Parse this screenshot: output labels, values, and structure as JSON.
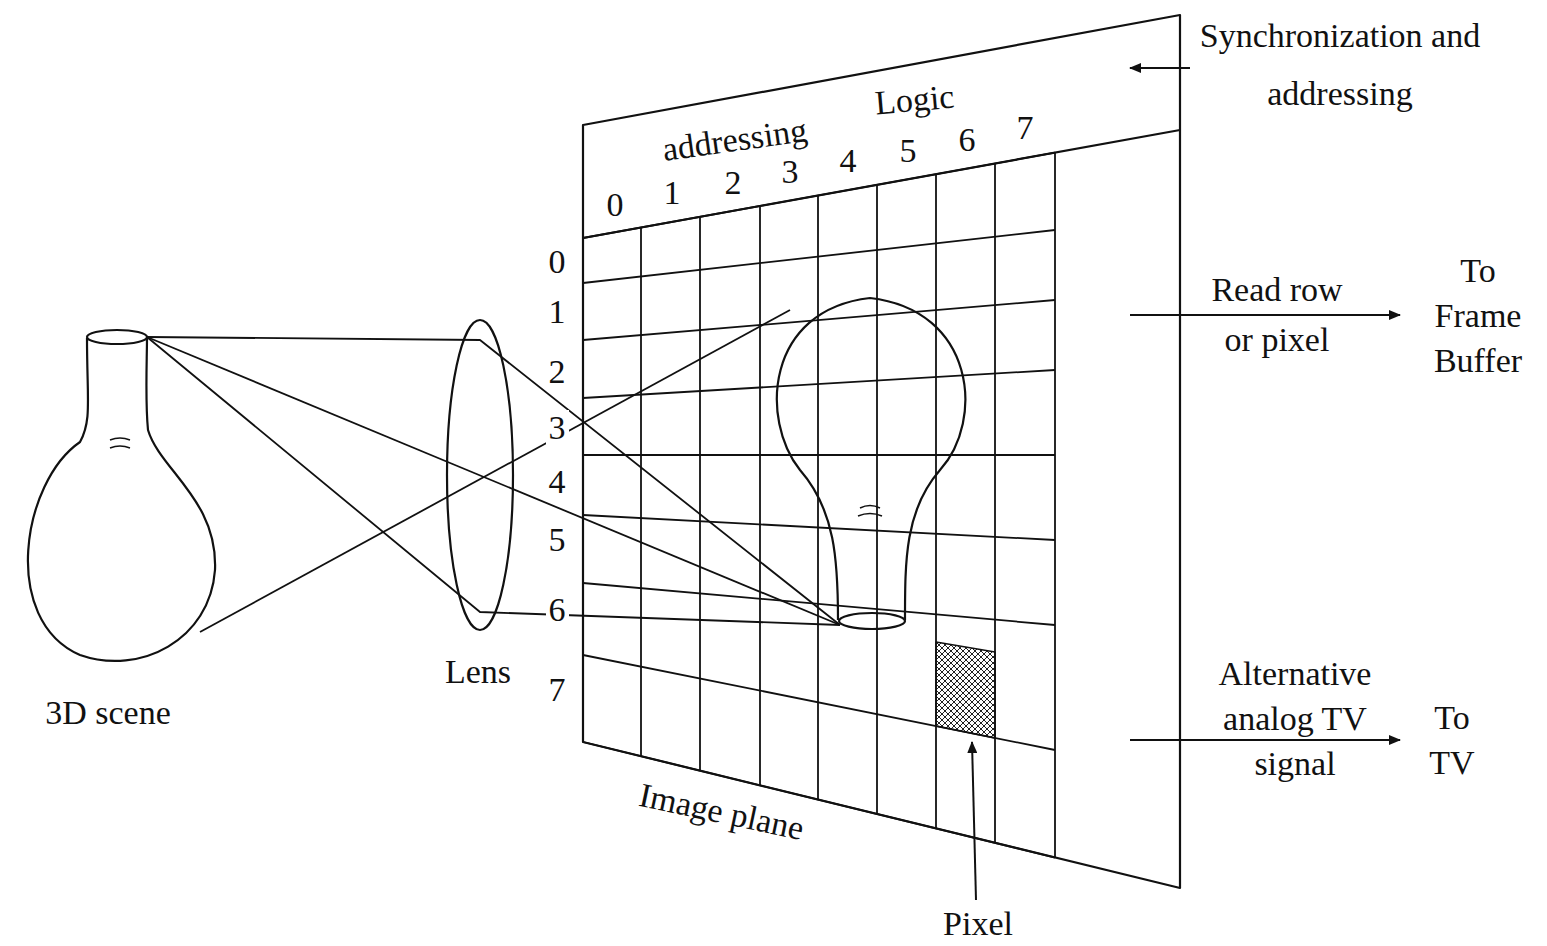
{
  "diagram": {
    "labels": [
      "Synchronization and addressing",
      "Logic",
      "addressing",
      "0",
      "1",
      "2",
      "3",
      "4",
      "5",
      "6",
      "7",
      "0",
      "1",
      "2",
      "3",
      "4",
      "5",
      "6",
      "7",
      "Read row or pixel",
      "To Frame Buffer",
      "Lens",
      "Alternative analog TV signal",
      "To TV",
      "3D scene",
      "Image plane",
      "Pixel"
    ]
  }
}
